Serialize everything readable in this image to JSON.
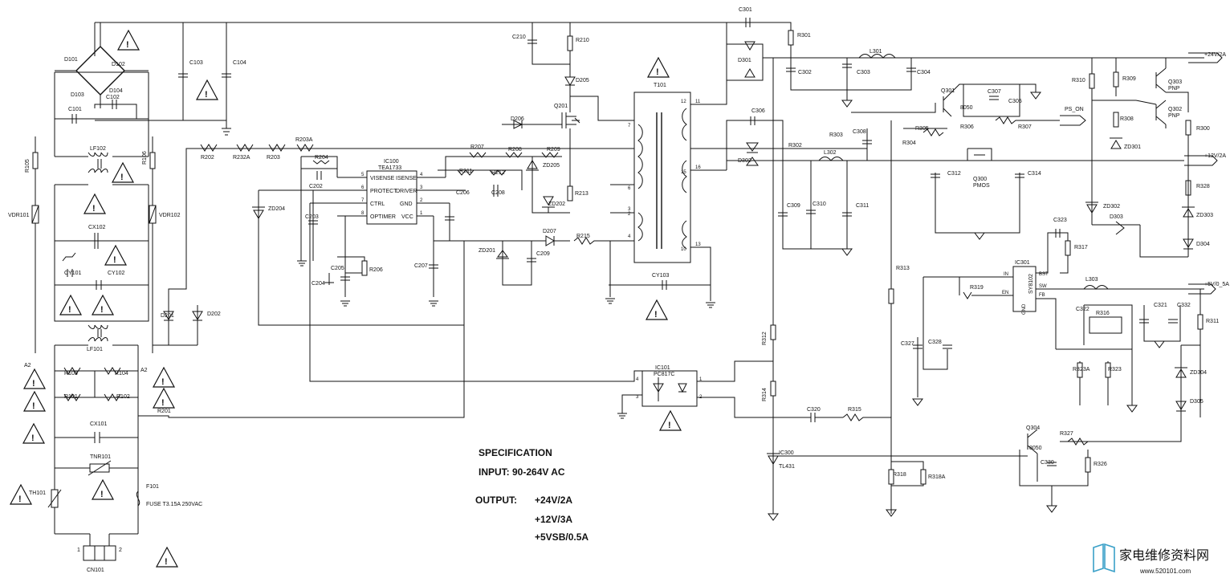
{
  "spec": {
    "title": "SPECIFICATION",
    "input": "INPUT: 90-264V AC",
    "output_label": "OUTPUT:",
    "outputs": [
      "+24V/2A",
      "+12V/3A",
      "+5VSB/0.5A"
    ]
  },
  "rails": {
    "v24": "+24V/2A",
    "v12": "+12V/2A",
    "v5": "+5V/0_5A",
    "ps_on": "PS_ON"
  },
  "ic100": {
    "ref": "IC100",
    "part": "TEA1733",
    "pins_left": [
      "VISENSE",
      "PROTECT",
      "CTRL",
      "OPTIMER"
    ],
    "pins_right": [
      "ISENSE",
      "DRIVER",
      "GND",
      "VCC"
    ],
    "nums_left": [
      "5",
      "6",
      "7",
      "8"
    ],
    "nums_right": [
      "4",
      "3",
      "2",
      "1"
    ]
  },
  "ic101": {
    "ref": "IC101",
    "part": "PC817C",
    "pins": [
      "4",
      "3",
      "1",
      "2"
    ]
  },
  "ic301": {
    "ref": "IC301",
    "part": "SY8102",
    "pins_left": [
      "IN",
      "EN"
    ],
    "pins_right": [
      "BST",
      "SW",
      "FB"
    ],
    "pin_gnd": "GND"
  },
  "ic300": {
    "ref": "IC300",
    "part": "TL431"
  },
  "t101": {
    "ref": "T101",
    "pins": [
      "7",
      "6",
      "2",
      "3",
      "4",
      "11",
      "12",
      "15",
      "16",
      "10",
      "13"
    ]
  },
  "fuse": {
    "ref": "F101",
    "rating": "FUSE T3.15A 250VAC"
  },
  "connector": {
    "ref": "CN101",
    "pins": [
      "1",
      "2"
    ]
  },
  "transistors": {
    "q301": "Q301",
    "q301_type": "8050",
    "q302": "Q302",
    "q302_type": "PNP",
    "q303": "Q303",
    "q303_type": "PNP",
    "q304": "Q304",
    "q304_type": "8050",
    "q300": "Q300",
    "q300_type": "PMOS",
    "q201": "Q201"
  },
  "labels": {
    "d101": "D101",
    "d102": "D102",
    "d103": "D103",
    "d104": "D104",
    "c101": "C101",
    "c102": "C102",
    "c103": "C103",
    "c104": "C104",
    "lf102": "LF102",
    "lf101": "LF101",
    "r105": "R105",
    "r106": "R106",
    "vdr101": "VDR101",
    "vdr102": "VDR102",
    "cx102": "CX102",
    "cy101": "CY101",
    "cy102": "CY102",
    "r103": "R103",
    "r104": "R104",
    "r101": "R101",
    "r102": "R102",
    "a2_left": "A2",
    "a2_right": "A2",
    "cx101": "CX101",
    "tnr101": "TNR101",
    "th101": "TH101",
    "d201": "D201",
    "d202": "D202",
    "r201": "R201",
    "r202": "R202",
    "r232a": "R232A",
    "r203": "R203",
    "r203a": "R203A",
    "r204": "R204",
    "c202": "C202",
    "c203": "C203",
    "zd204": "ZD204",
    "c204": "C204",
    "c205": "C205",
    "r206": "R206",
    "c207": "C207",
    "c210": "C210",
    "r210": "R210",
    "d205": "D205",
    "d206": "D206",
    "r207": "R207",
    "r208": "R208",
    "r209": "R209",
    "zd205": "ZD205",
    "r211": "R211",
    "r212": "R212",
    "c206": "C206",
    "c208": "C208",
    "r213": "R213",
    "zd202": "ZD202",
    "d207": "D207",
    "r215": "R215",
    "zd201": "ZD201",
    "c209": "C209",
    "cy103": "CY103",
    "c301": "C301",
    "r301": "R301",
    "d301": "D301",
    "c302": "C302",
    "c303": "C303",
    "l301": "L301",
    "c304": "C304",
    "c306": "C306",
    "d302": "D302",
    "r302": "R302",
    "c309": "C309",
    "c310": "C310",
    "l302": "L302",
    "c311": "C311",
    "r303": "R303",
    "c308": "C308",
    "r304": "R304",
    "r305": "R305",
    "r306": "R306",
    "r307": "R307",
    "c307": "C307",
    "c305": "C305",
    "c312": "C312",
    "c314": "C314",
    "r310": "R310",
    "r309": "R309",
    "r308": "R308",
    "zd301": "ZD301",
    "r300": "R300",
    "zd302": "ZD302",
    "r328": "R328",
    "zd303": "ZD303",
    "d303": "D303",
    "d304": "D304",
    "c323": "C323",
    "r317": "R317",
    "r319": "R319",
    "l303": "L303",
    "c322": "C322",
    "r316": "R316",
    "c321": "C321",
    "c332": "C332",
    "r311": "R311",
    "c327": "C327",
    "c328": "C328",
    "r323a": "R323A",
    "r323": "R323",
    "zd304": "ZD304",
    "d305": "D305",
    "r313": "R313",
    "r312": "R312",
    "r314": "R314",
    "c320": "C320",
    "r315b": "R315",
    "r318": "R318",
    "r318a": "R318A",
    "r327": "R327",
    "c330": "C330",
    "r326": "R326"
  },
  "watermark": {
    "text": "家电维修资料网",
    "url": "www.520101.com"
  }
}
